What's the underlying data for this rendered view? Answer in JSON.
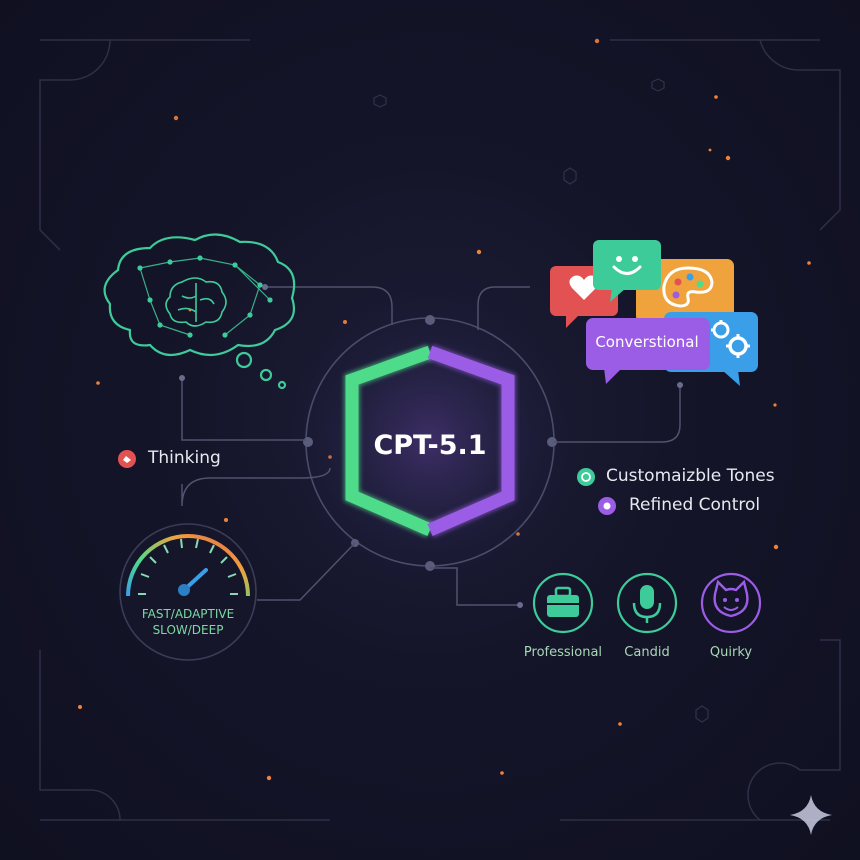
{
  "center": {
    "title": "CPT-5.1"
  },
  "features": {
    "thinking": "Thinking",
    "tones": "Customaizble Tones",
    "control": "Refined Control"
  },
  "bubble": {
    "label": "Converstional"
  },
  "gauge": {
    "line1": "FAST/ADAPTIVE",
    "line2": "SLOW/DEEP"
  },
  "tones": [
    {
      "label": "Professional",
      "icon": "briefcase-icon"
    },
    {
      "label": "Candid",
      "icon": "microphone-icon"
    },
    {
      "label": "Quirky",
      "icon": "cat-face-icon"
    }
  ],
  "colors": {
    "background": "#14142a",
    "green": "#4fdc8a",
    "purple": "#9b5de5",
    "red": "#e35252",
    "orange": "#f0a23c",
    "blue": "#3a9ee8",
    "teal": "#3ecb9a"
  }
}
